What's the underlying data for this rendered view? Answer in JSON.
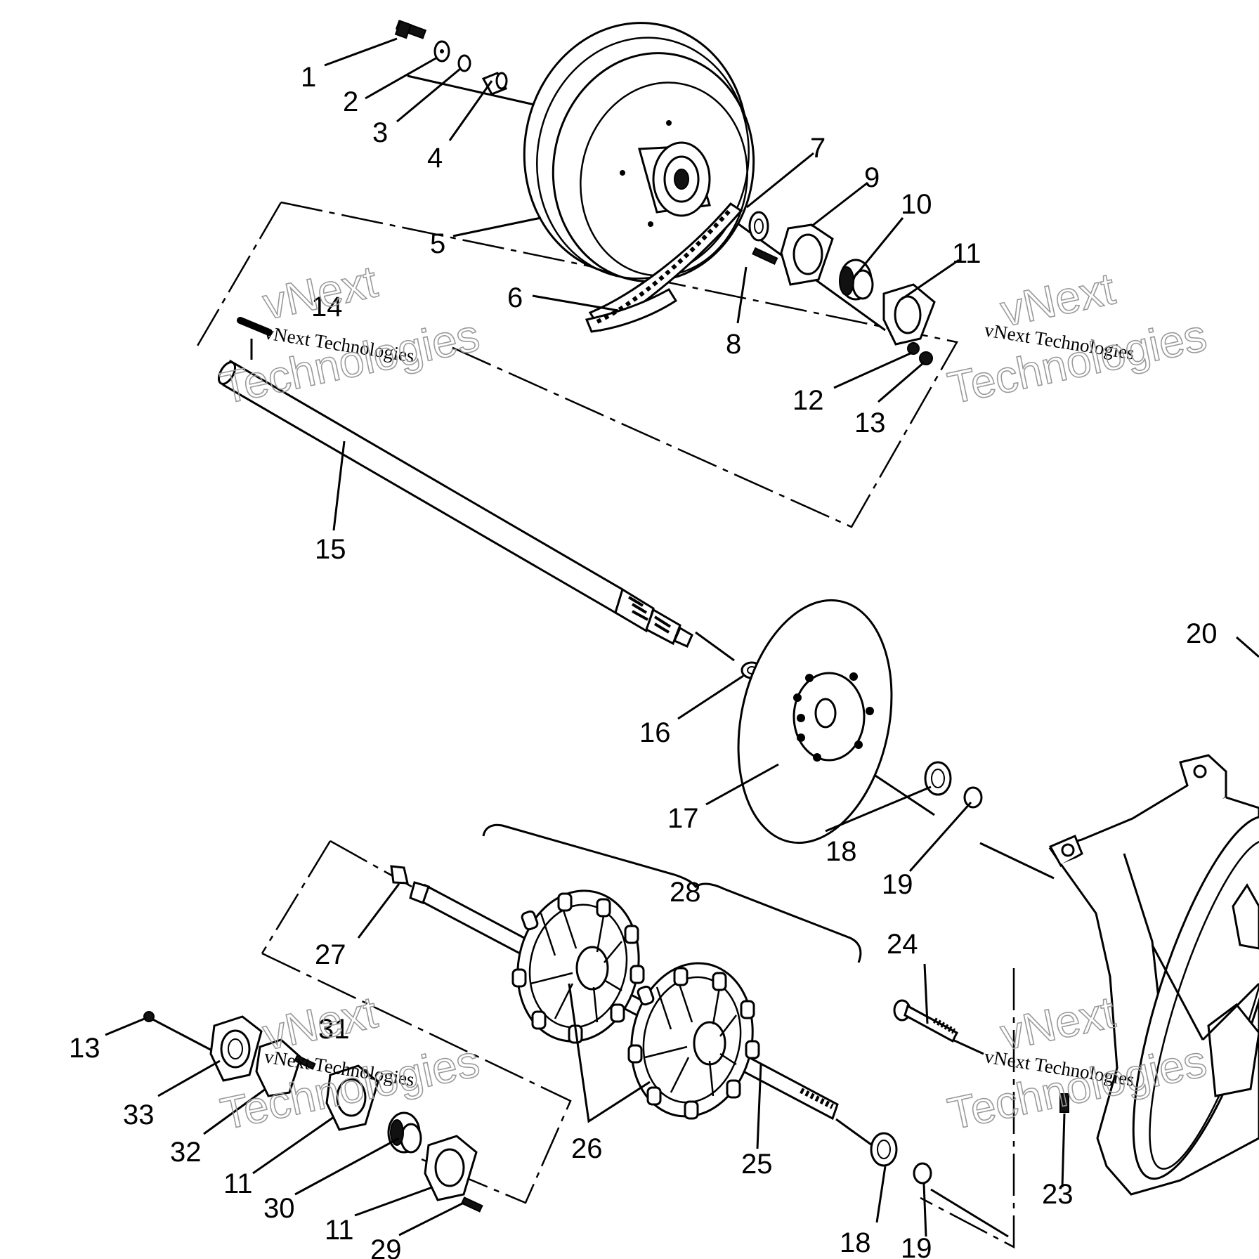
{
  "diagram": {
    "callouts": [
      "1",
      "2",
      "3",
      "4",
      "5",
      "6",
      "7",
      "8",
      "9",
      "10",
      "11",
      "12",
      "13",
      "14",
      "15",
      "16",
      "17",
      "18",
      "19",
      "20",
      "13",
      "33",
      "32",
      "31",
      "11",
      "30",
      "11",
      "29",
      "27",
      "28",
      "26",
      "25",
      "18",
      "19",
      "24",
      "23"
    ]
  },
  "watermarks": [
    {
      "brand": "vNext",
      "line": "vNext Technologies",
      "big": "Technologies"
    },
    {
      "brand": "vNext",
      "line": "vNext Technologies",
      "big": "Technologies"
    },
    {
      "brand": "vNext",
      "line": "vNext Technologies",
      "big": "Technologies"
    },
    {
      "brand": "vNext",
      "line": "vNext Technologies",
      "big": "Technologies"
    }
  ]
}
